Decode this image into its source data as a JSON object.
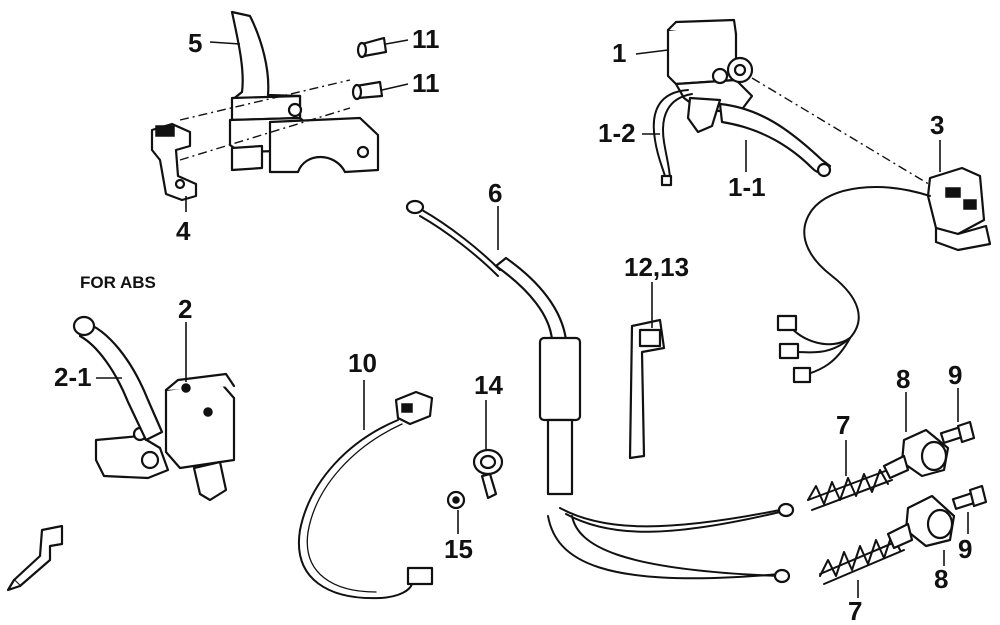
{
  "note": "FOR ABS",
  "labels": {
    "p1": "1",
    "p1_1": "1-1",
    "p1_2": "1-2",
    "p2": "2",
    "p2_1": "2-1",
    "p3": "3",
    "p4": "4",
    "p5": "5",
    "p6": "6",
    "p7a": "7",
    "p7b": "7",
    "p8a": "8",
    "p8b": "8",
    "p9a": "9",
    "p9b": "9",
    "p10": "10",
    "p11a": "11",
    "p11b": "11",
    "p12_13": "12,13",
    "p14": "14",
    "p15": "15"
  },
  "colors": {
    "ink": "#111111",
    "paper": "#ffffff"
  },
  "icons": [
    "front-direction-arrow-icon"
  ]
}
